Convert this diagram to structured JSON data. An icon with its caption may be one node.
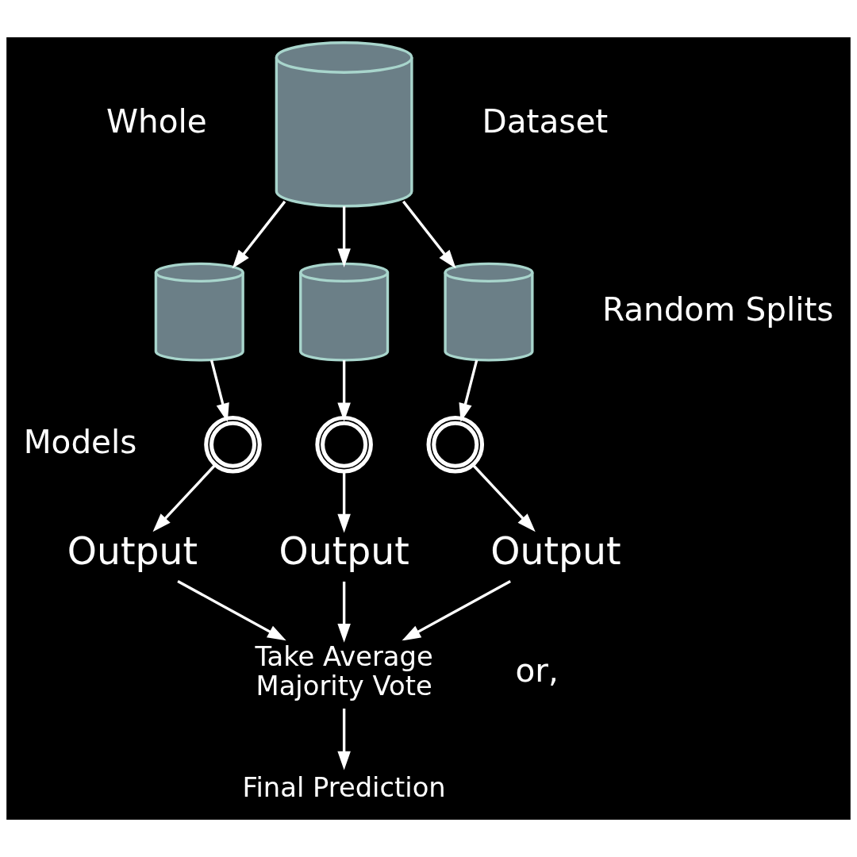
{
  "diagram": {
    "nodes": [
      {
        "text": [],
        "shape": "cylinder",
        "beside": [
          "Whole",
          "Dataset"
        ]
      },
      {
        "text": [],
        "shape": "cylinder"
      },
      {
        "text": [],
        "shape": "cylinder"
      },
      {
        "text": [],
        "shape": "cylinder"
      },
      {
        "text": [],
        "shape": "gears"
      },
      {
        "text": [],
        "shape": "gears"
      },
      {
        "text": [],
        "shape": "gears"
      },
      {
        "text": [
          "Output"
        ]
      },
      {
        "text": [
          "Output"
        ]
      },
      {
        "text": [
          "Output"
        ]
      },
      {
        "text": [
          "Take Average",
          "Majority Vote"
        ],
        "beside": [
          "or,"
        ]
      },
      {
        "text": [
          "Final Prediction"
        ]
      }
    ],
    "edges": [
      {
        "from": 0,
        "to": 1,
        "arrow": "to"
      },
      {
        "from": 0,
        "to": 2,
        "arrow": "to"
      },
      {
        "from": 0,
        "to": 3,
        "arrow": "to"
      },
      {
        "from": 1,
        "to": 4,
        "arrow": "to"
      },
      {
        "from": 2,
        "to": 5,
        "arrow": "to"
      },
      {
        "from": 3,
        "to": 6,
        "arrow": "to"
      },
      {
        "from": 4,
        "to": 7,
        "arrow": "to"
      },
      {
        "from": 5,
        "to": 8,
        "arrow": "to"
      },
      {
        "from": 6,
        "to": 9,
        "arrow": "to"
      },
      {
        "from": 7,
        "to": 10,
        "arrow": "to"
      },
      {
        "from": 8,
        "to": 10,
        "arrow": "to"
      },
      {
        "from": 9,
        "to": 10,
        "arrow": "to"
      },
      {
        "from": 10,
        "to": 11,
        "arrow": "to"
      }
    ],
    "labels": [
      "Random Splits",
      "Models"
    ]
  }
}
